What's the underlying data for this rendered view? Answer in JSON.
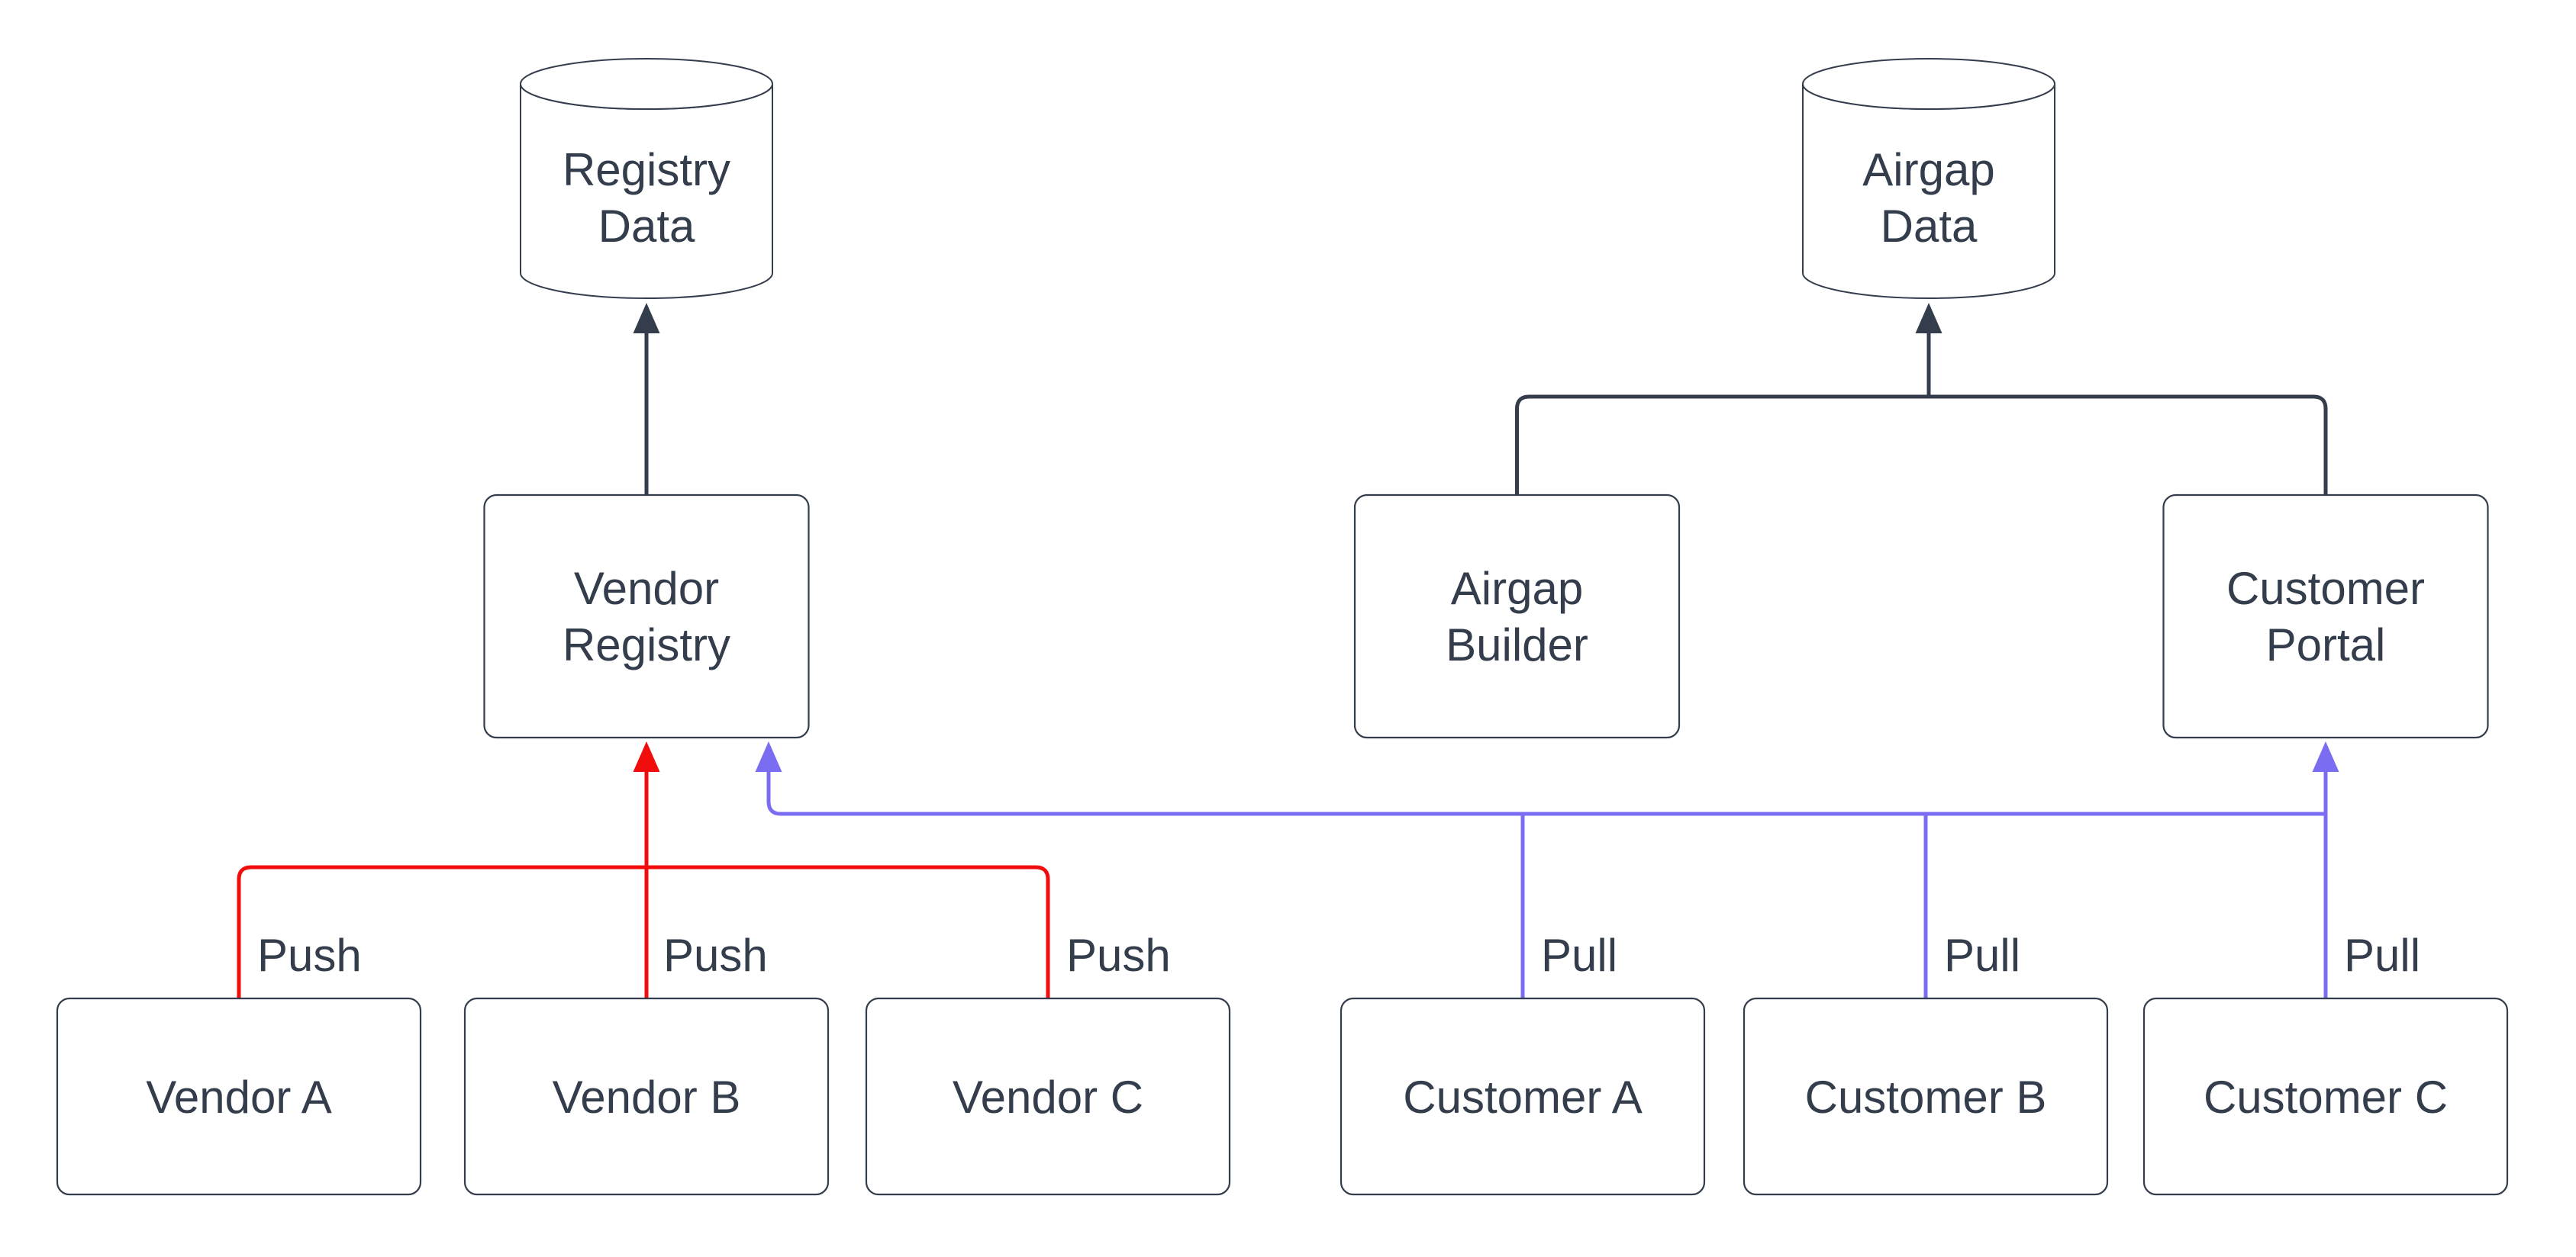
{
  "diagram": {
    "background_color": "#ffffff",
    "colors": {
      "ink": "#343d4c",
      "push_red": "#f20d0d",
      "pull_blue": "#7b6df2"
    },
    "nodes": {
      "registry_data": {
        "shape": "cylinder",
        "line1": "Registry",
        "line2": "Data"
      },
      "airgap_data": {
        "shape": "cylinder",
        "line1": "Airgap",
        "line2": "Data"
      },
      "vendor_registry": {
        "shape": "box",
        "line1": "Vendor",
        "line2": "Registry"
      },
      "airgap_builder": {
        "shape": "box",
        "line1": "Airgap",
        "line2": "Builder"
      },
      "customer_portal": {
        "shape": "box",
        "line1": "Customer",
        "line2": "Portal"
      },
      "vendor_a": {
        "shape": "box",
        "label": "Vendor A"
      },
      "vendor_b": {
        "shape": "box",
        "label": "Vendor B"
      },
      "vendor_c": {
        "shape": "box",
        "label": "Vendor C"
      },
      "customer_a": {
        "shape": "box",
        "label": "Customer A"
      },
      "customer_b": {
        "shape": "box",
        "label": "Customer B"
      },
      "customer_c": {
        "shape": "box",
        "label": "Customer C"
      }
    },
    "edge_labels": {
      "push": [
        "Push",
        "Push",
        "Push"
      ],
      "pull": [
        "Pull",
        "Pull",
        "Pull"
      ]
    }
  }
}
